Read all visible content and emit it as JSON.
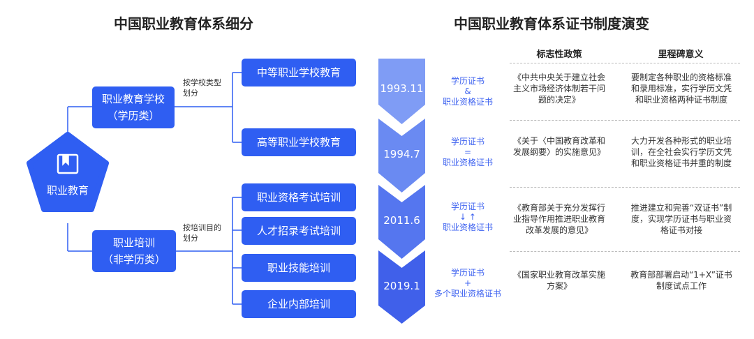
{
  "left": {
    "title": "中国职业教育体系细分",
    "root": "职业教育",
    "branches": [
      {
        "label_line1": "职业教育学校",
        "label_line2": "（学历类）",
        "note_line1": "按学校类型",
        "note_line2": "划分",
        "children": [
          "中等职业学校教育",
          "高等职业学校教育"
        ]
      },
      {
        "label_line1": "职业培训",
        "label_line2": "（非学历类）",
        "note_line1": "按培训目的",
        "note_line2": "划分",
        "children": [
          "职业资格考试培训",
          "人才招录考试培训",
          "职业技能培训",
          "企业内部培训"
        ]
      }
    ]
  },
  "right": {
    "title": "中国职业教育体系证书制度演变",
    "col_policy": "标志性政策",
    "col_meaning": "里程碑意义",
    "rows": [
      {
        "year": "1993.11",
        "cert_top": "学历证书",
        "cert_sym": "&",
        "cert_bottom": "职业资格证书",
        "policy": "《中共中央关于建立社会主义市场经济体制若干问题的决定》",
        "meaning": "要制定各种职业的资格标准和录用标准，实行学历文凭和职业资格两种证书制度"
      },
      {
        "year": "1994.7",
        "cert_top": "学历证书",
        "cert_sym": "=",
        "cert_bottom": "职业资格证书",
        "policy": "《关于〈中国教育改革和发展纲要〉的实施意见》",
        "meaning": "大力开发各种形式的职业培训，在全社会实行学历文凭和职业资格证书并重的制度"
      },
      {
        "year": "2011.6",
        "cert_top": "学历证书",
        "cert_sym": "↓ ↑",
        "cert_bottom": "职业资格证书",
        "policy": "《教育部关于充分发挥行业指导作用推进职业教育改革发展的意见》",
        "meaning": "推进建立和完善“双证书”制度，实现学历证书与职业资格证书对接"
      },
      {
        "year": "2019.1",
        "cert_top": "学历证书",
        "cert_sym": "+",
        "cert_bottom": "多个职业资格证书",
        "policy": "《国家职业教育改革实施方案》",
        "meaning": "教育部部署启动“1+X”证书制度试点工作"
      }
    ]
  },
  "colors": {
    "primary": "#2f5ef2",
    "chevron1": "#7f9cf5",
    "chevron2": "#6a8af2",
    "chevron3": "#5576ef",
    "chevron4": "#4060ea",
    "cert": "#3f63f0"
  }
}
